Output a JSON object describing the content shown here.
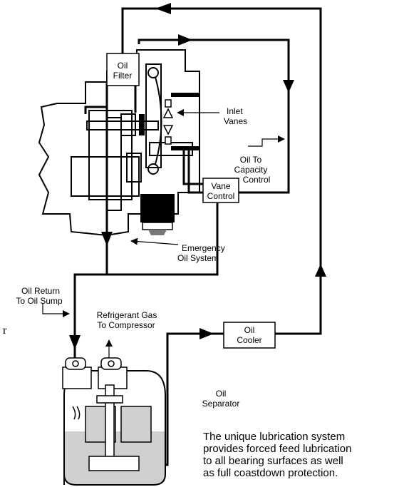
{
  "labels": {
    "oil_filter": [
      "Oil",
      "Filter"
    ],
    "inlet_vanes": [
      "Inlet",
      "Vanes"
    ],
    "oil_to_capacity_control": [
      "Oil To",
      "Capacity",
      "Control"
    ],
    "vane_control": [
      "Vane",
      "Control"
    ],
    "emergency_oil_system": [
      "Emergency",
      "Oil System"
    ],
    "oil_return": [
      "Oil Return",
      "To Oil Sump"
    ],
    "refrigerant_gas": [
      "Refrigerant Gas",
      "To Compressor"
    ],
    "oil_cooler": [
      "Oil",
      "Cooler"
    ],
    "oil_separator": [
      "Oil",
      "Separator"
    ],
    "stray_char": "r"
  },
  "caption": [
    "The unique lubrication system",
    "provides forced feed lubrication",
    "to all bearing surfaces as well",
    "as full coastdown protection."
  ],
  "colors": {
    "line": "#000000",
    "shade": "#d0d0d0",
    "background": "#ffffff"
  }
}
